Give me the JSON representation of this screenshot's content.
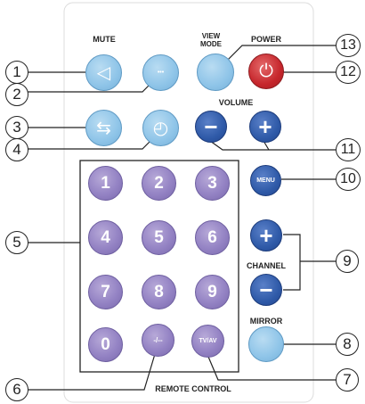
{
  "labels": {
    "mute": "MUTE",
    "view_mode": "VIEW\nMODE",
    "power": "POWER",
    "volume": "VOLUME",
    "channel": "CHANNEL",
    "mirror": "MIRROR",
    "remote_control": "REMOTE CONTROL"
  },
  "buttons": {
    "mute": "◁",
    "dots": "•••",
    "swap": "⇆",
    "timer": "◴",
    "power": "⏻",
    "volume_minus": "−",
    "volume_plus": "+",
    "menu": "MENU",
    "channel_plus": "+",
    "channel_minus": "−",
    "dash": "-/--",
    "tvav": "TV/AV",
    "digits": [
      "1",
      "2",
      "3",
      "4",
      "5",
      "6",
      "7",
      "8",
      "9",
      "0"
    ]
  },
  "callouts": [
    "1",
    "2",
    "3",
    "4",
    "5",
    "6",
    "7",
    "8",
    "9",
    "10",
    "11",
    "12",
    "13"
  ],
  "colors": {
    "number_button": "#9483c4",
    "light_blue_button": "#8ec4e8",
    "dark_blue_button": "#2f5aa8",
    "power_button": "#c6262c"
  }
}
